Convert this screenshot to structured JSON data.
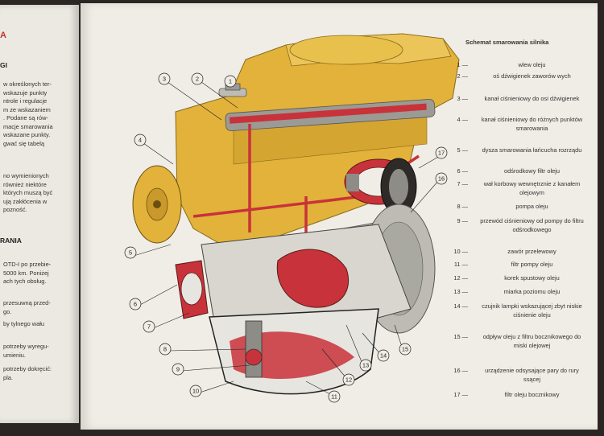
{
  "left_page": {
    "heading_1": "GI",
    "paragraph_1": [
      "w określonych ter-",
      "wskazuje punkty",
      "ntrole i regulacje",
      "m ze wskazaniem",
      ". Podane są rów-",
      "macje smarowania",
      "wskazane punkty.",
      "gwać się tabelą"
    ],
    "paragraph_2": [
      "no wymienionych",
      "również niektóre",
      "których muszą być",
      "ują zakłócenia w",
      "pozność."
    ],
    "heading_2": "RANIA",
    "paragraph_3": [
      "OTD-I po przebie-",
      "5000 km. Poniżej",
      "ach tych obsług."
    ],
    "paragraph_4": [
      "przesuwną przed-",
      "go."
    ],
    "paragraph_5": [
      "by tylnego wału"
    ],
    "paragraph_6": [
      "potrzeby wyregu-",
      "umieniu."
    ],
    "paragraph_7": [
      "potrzeby dokręcić:",
      "pla."
    ]
  },
  "legend": {
    "title": "Schemat smarowania silnika",
    "items": [
      {
        "num": "1 —",
        "text": "wlew oleju"
      },
      {
        "num": "2 —",
        "text": "oś dźwigienek zaworów wych"
      },
      {
        "num": "3 —",
        "text": "kanał ciśnieniowy do osi dźwigienek"
      },
      {
        "num": "4 —",
        "text": "kanał ciśnieniowy do różnych punktów smarowania"
      },
      {
        "num": "5 —",
        "text": "dysza smarowania łańcucha rozrządu"
      },
      {
        "num": "6 —",
        "text": "odśrodkowy filtr oleju"
      },
      {
        "num": "7 —",
        "text": "wał korbowy wewnętrznie z kanałem olejowym"
      },
      {
        "num": "8 —",
        "text": "pompa oleju"
      },
      {
        "num": "9 —",
        "text": "przewód ciśnieniowy od pompy do filtru odśrodkowego"
      },
      {
        "num": "10 —",
        "text": "zawór przelewowy"
      },
      {
        "num": "11 —",
        "text": "filtr pompy oleju"
      },
      {
        "num": "12 —",
        "text": "korek spustowy oleju"
      },
      {
        "num": "13 —",
        "text": "miarka poziomu oleju"
      },
      {
        "num": "14 —",
        "text": "czujnik lampki wskazującej zbyt niskie ciśnienie oleju"
      },
      {
        "num": "15 —",
        "text": "odpływ oleju z filtru bocznikowego do miski olejowej"
      },
      {
        "num": "16 —",
        "text": "urządzenie odsysające pary do rury ssącej"
      },
      {
        "num": "17 —",
        "text": "filtr oleju bocznikowy"
      }
    ]
  },
  "callouts": [
    "1",
    "2",
    "3",
    "4",
    "5",
    "6",
    "7",
    "8",
    "9",
    "10",
    "11",
    "12",
    "13",
    "14",
    "15",
    "16",
    "17"
  ],
  "colors": {
    "engine_yellow": "#e2b23a",
    "oil_red": "#c8323a",
    "metal_gray": "#8e8c86",
    "paper": "#f0ede6"
  }
}
